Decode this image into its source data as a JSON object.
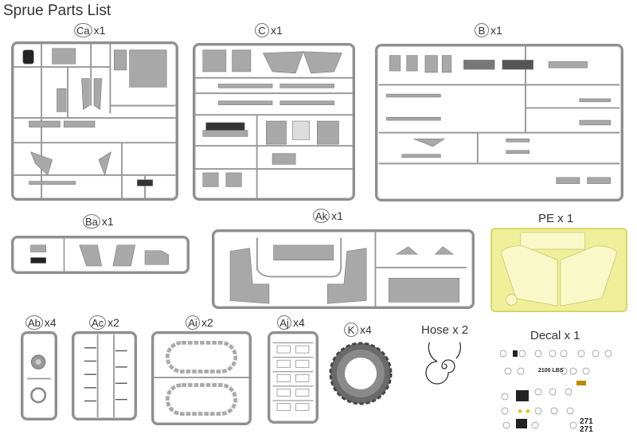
{
  "page": {
    "title": "Sprue Parts List"
  },
  "sprues": [
    {
      "id": "ca",
      "code": "Ca",
      "qty": "x1"
    },
    {
      "id": "c",
      "code": "C",
      "qty": "x1"
    },
    {
      "id": "b",
      "code": "B",
      "qty": "x1"
    },
    {
      "id": "ba",
      "code": "Ba",
      "qty": "x1"
    },
    {
      "id": "ak",
      "code": "Ak",
      "qty": "x1"
    },
    {
      "id": "ab",
      "code": "Ab",
      "qty": "x4"
    },
    {
      "id": "ac",
      "code": "Ac",
      "qty": "x2"
    },
    {
      "id": "ai",
      "code": "Ai",
      "qty": "x2"
    },
    {
      "id": "aj",
      "code": "Aj",
      "qty": "x4"
    },
    {
      "id": "k",
      "code": "K",
      "qty": "x4"
    }
  ],
  "extras": {
    "pe": "PE x 1",
    "hose": "Hose x 2",
    "decal": "Decal x 1"
  },
  "decal_sheet": {
    "weight_marking": "2100 LBS",
    "number_1": "271",
    "number_2": "271"
  },
  "colors": {
    "sprue": "#8f8f8f",
    "part": "#a8a8a8",
    "pe_fill": "#efef9a",
    "tire": "#6a6a6a"
  }
}
